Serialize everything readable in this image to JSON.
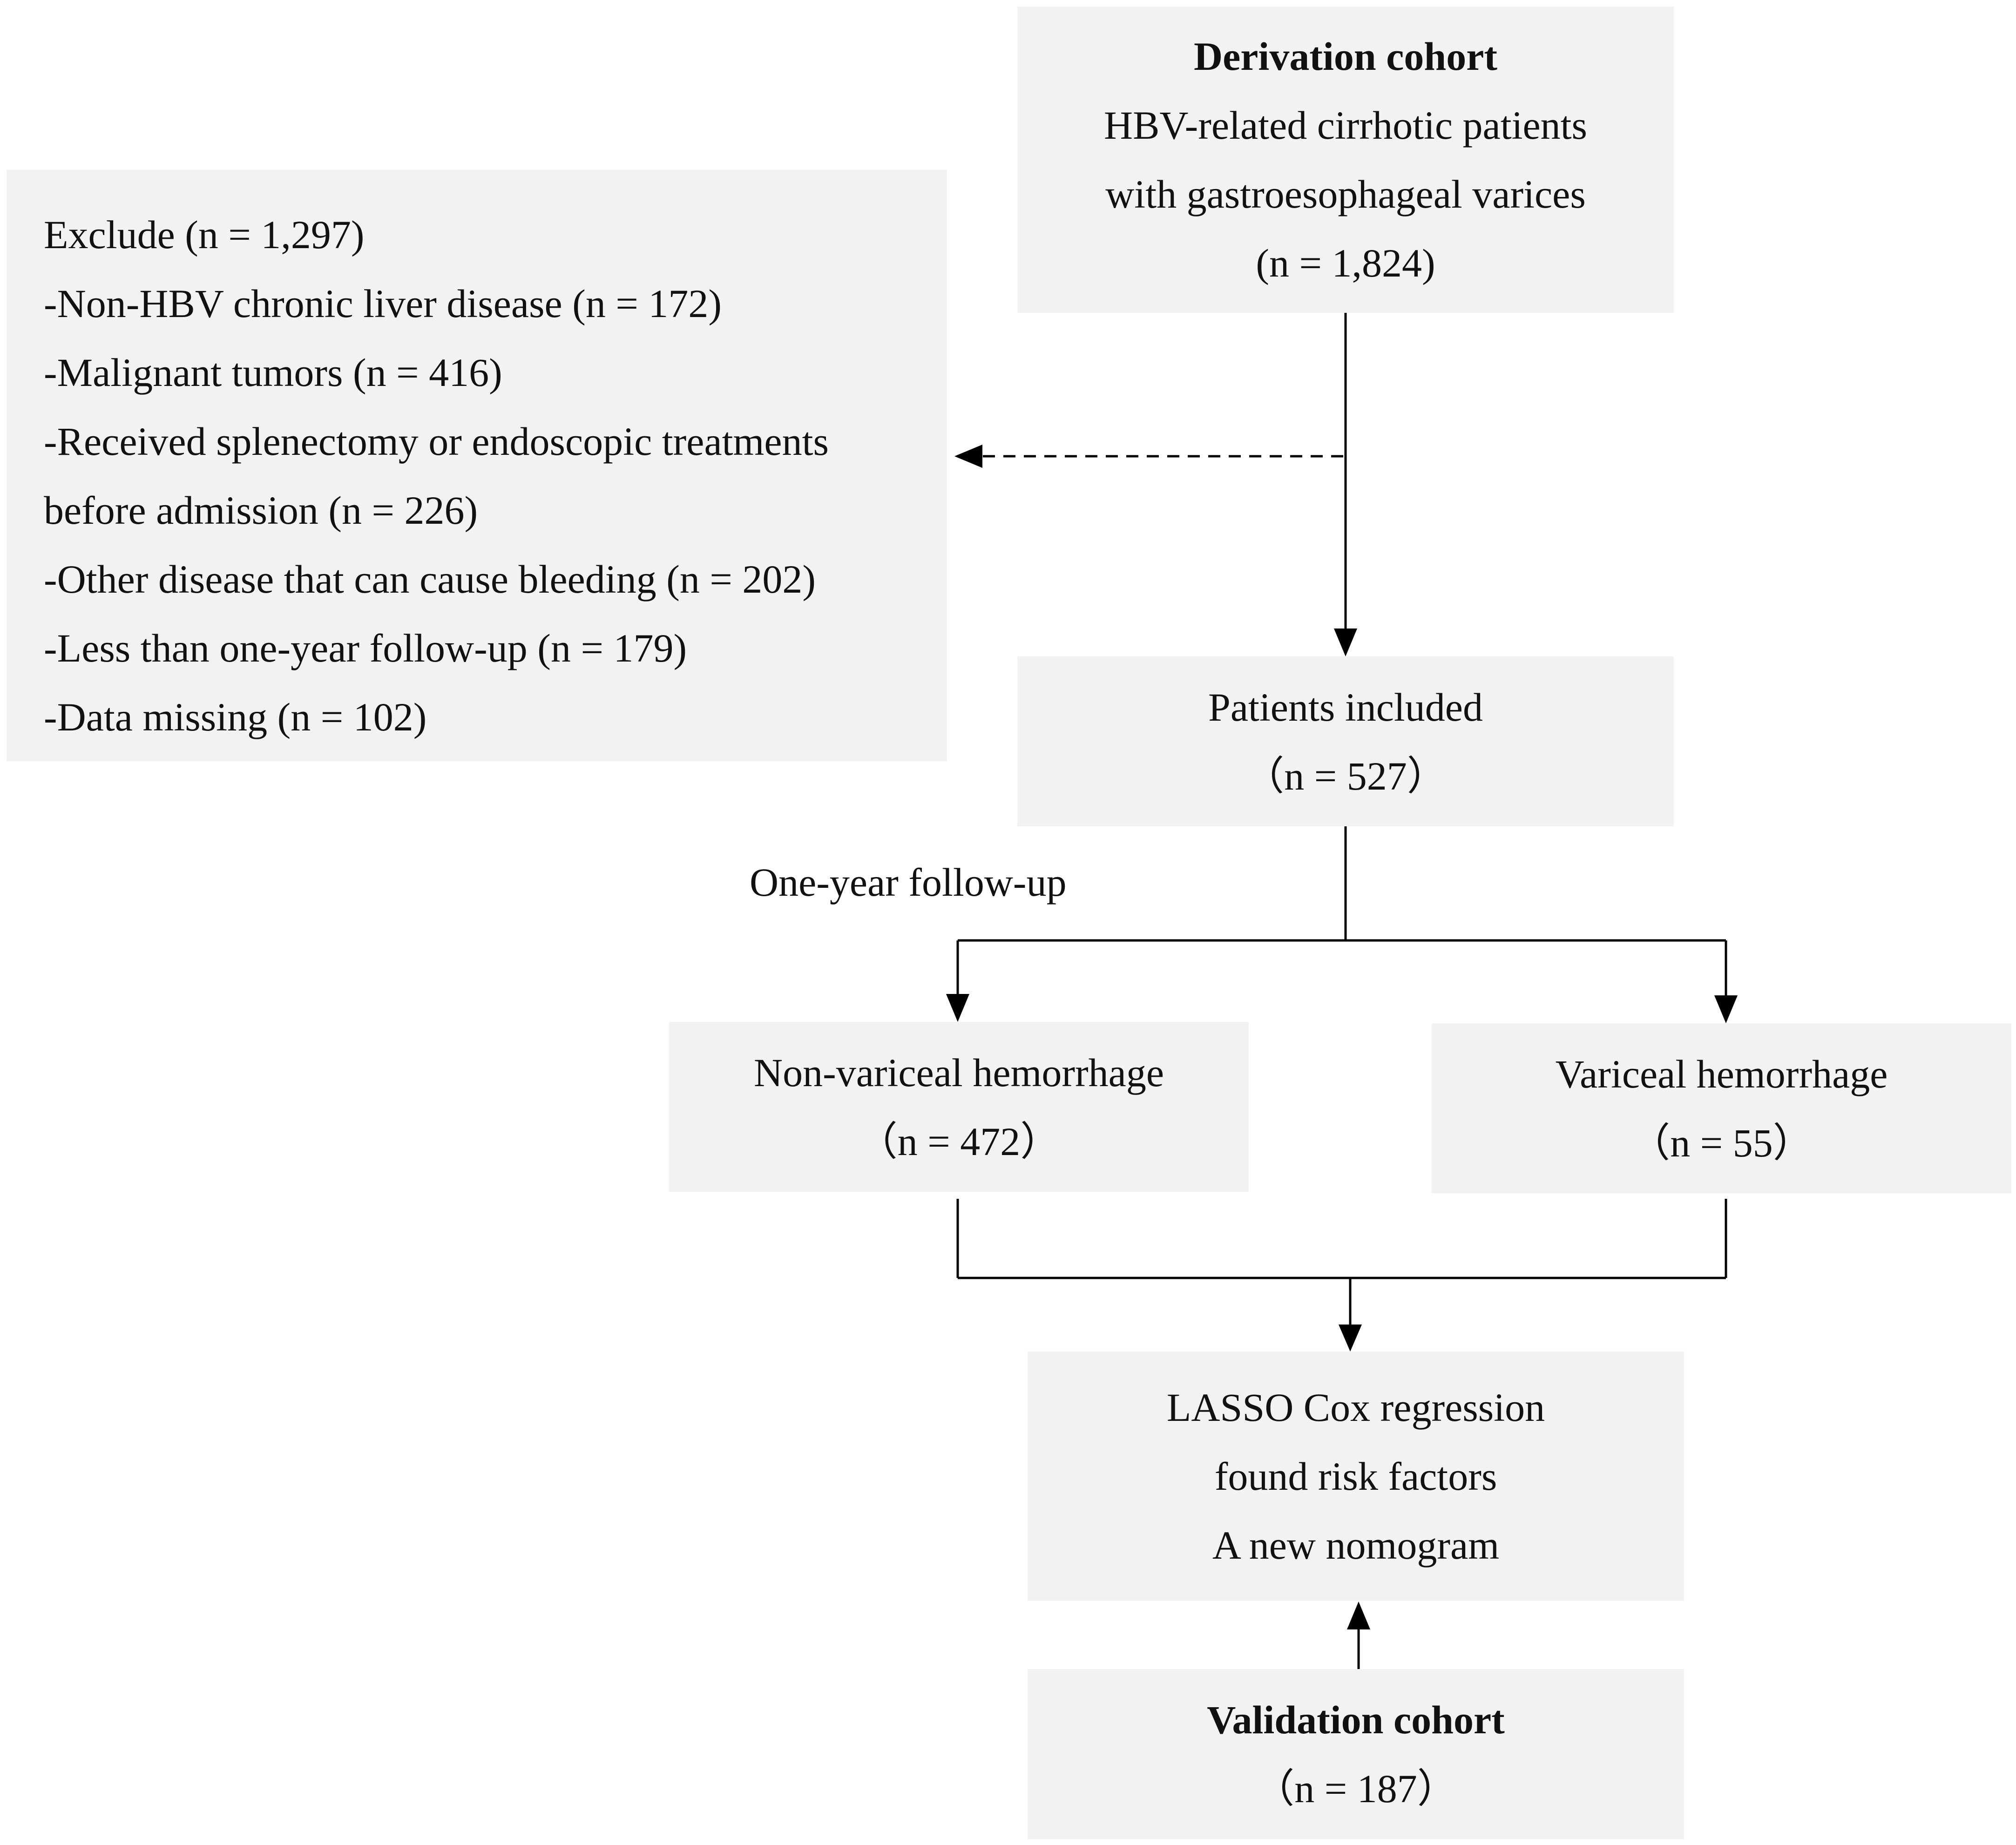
{
  "derivation": {
    "title": "Derivation cohort",
    "line1": "HBV-related cirrhotic patients",
    "line2": "with gastroesophageal varices",
    "count": "(n = 1,824)"
  },
  "exclude": {
    "header": "Exclude (n = 1,297)",
    "items": [
      "-Non-HBV chronic liver disease (n = 172)",
      "-Malignant tumors (n = 416)",
      "-Received splenectomy or endoscopic treatments",
      "before admission (n = 226)",
      "-Other disease that can cause bleeding (n = 202)",
      "-Less than one-year follow-up (n = 179)",
      "-Data missing (n = 102)"
    ]
  },
  "included": {
    "title": "Patients included",
    "count": "（n = 527）"
  },
  "followup_label": "One-year follow-up",
  "nonvariceal": {
    "title": "Non-variceal hemorrhage",
    "count": "（n = 472）"
  },
  "variceal": {
    "title": "Variceal hemorrhage",
    "count": "（n = 55）"
  },
  "lasso": {
    "line1": "LASSO Cox regression",
    "line2": "found risk factors",
    "line3": "A new nomogram"
  },
  "validation": {
    "title": "Validation cohort",
    "count": "（n = 187）"
  },
  "colors": {
    "box_fill": "#f2f2f2",
    "line": "#000000",
    "text": "#111111"
  }
}
